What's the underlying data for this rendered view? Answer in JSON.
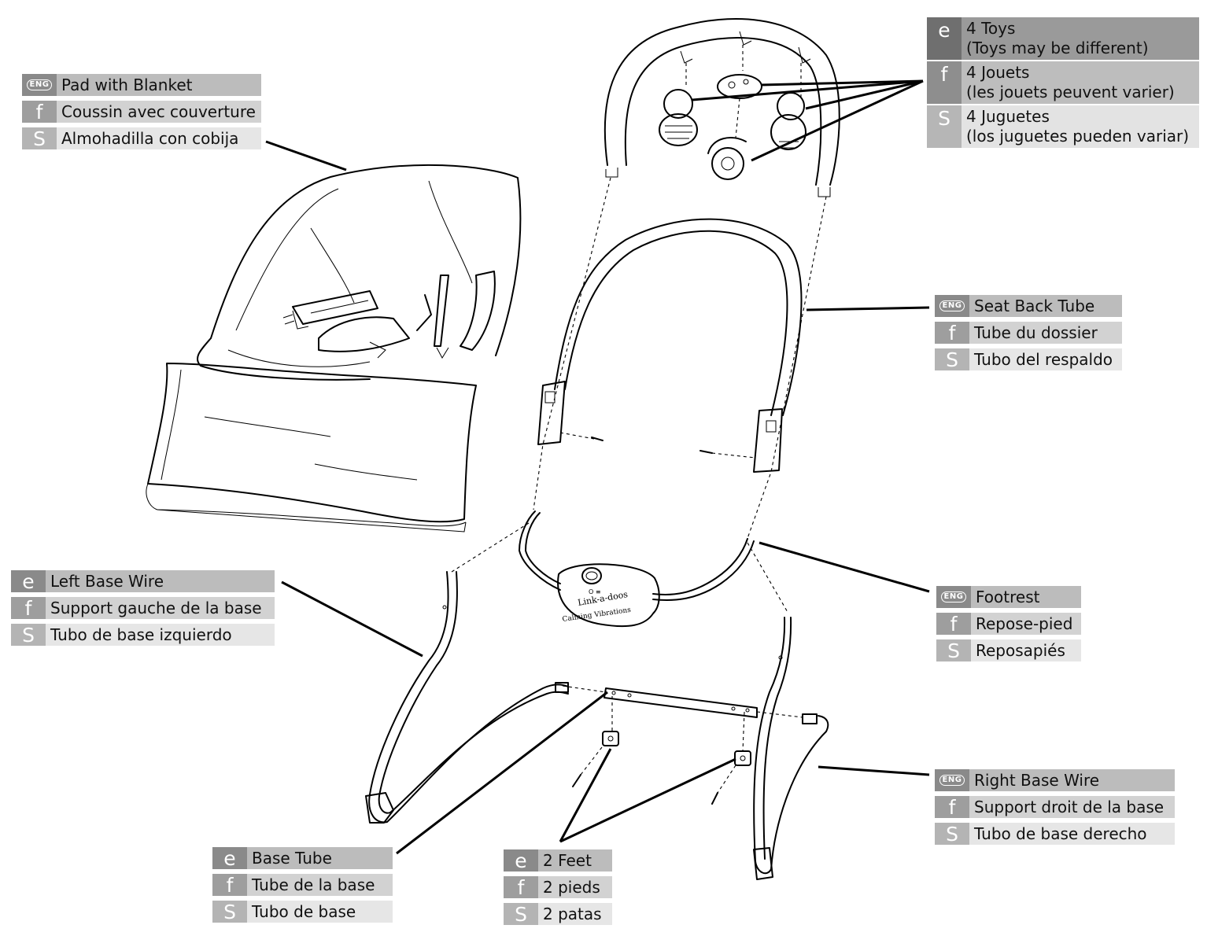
{
  "lang_glyphs": {
    "eng_pill": "ENG",
    "e": "e",
    "f": "f",
    "s": "S"
  },
  "pad": {
    "eng": "Pad with Blanket",
    "fr": "Coussin avec couverture",
    "es": "Almohadilla con cobija"
  },
  "toys": {
    "eng": [
      "4 Toys",
      "(Toys may be different)"
    ],
    "fr": [
      "4 Jouets",
      "(les jouets peuvent varier)"
    ],
    "es": [
      "4 Juguetes",
      "(los juguetes pueden variar)"
    ]
  },
  "seat_back": {
    "eng": "Seat Back Tube",
    "fr": "Tube du dossier",
    "es": "Tubo del respaldo"
  },
  "left_base": {
    "eng": "Left Base Wire",
    "fr": "Support gauche de la base",
    "es": "Tubo de base izquierdo"
  },
  "footrest": {
    "eng": "Footrest",
    "fr": "Repose-pied",
    "es": "Reposapiés"
  },
  "right_base": {
    "eng": "Right Base Wire",
    "fr": "Support droit de la base",
    "es": "Tubo de base derecho"
  },
  "base_tube": {
    "eng": "Base Tube",
    "fr": "Tube de la base",
    "es": "Tubo de base"
  },
  "feet": {
    "eng": "2 Feet",
    "fr": "2 pieds",
    "es": "2 patas"
  },
  "control_unit": {
    "brand": "Link-a-doos",
    "caption": "Calming Vibrations",
    "switch": "O ≡"
  }
}
